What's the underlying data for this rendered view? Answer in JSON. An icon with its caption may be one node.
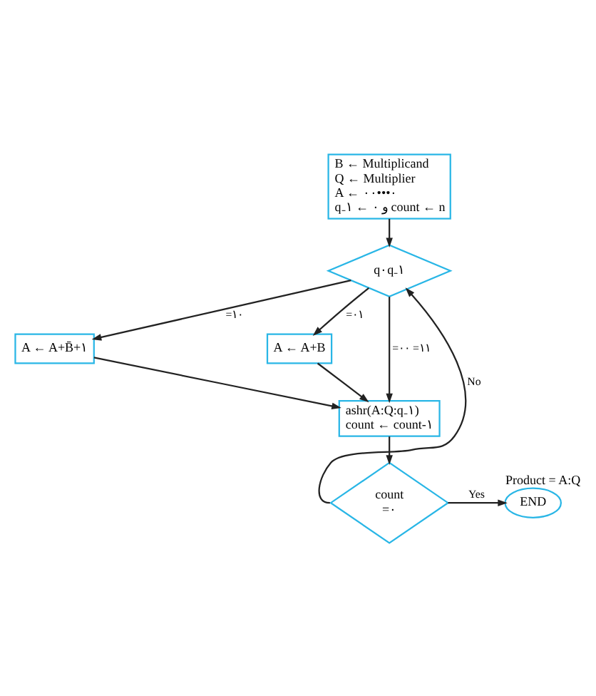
{
  "diagram": {
    "nodes": [
      {
        "text": [
          "B ← Multiplicand",
          "Q ← Multiplier",
          "A ← ۰۰•••۰",
          "q₋۱ ← ۰ و count ← n"
        ]
      },
      {
        "text": [
          "q۰q₋۱"
        ]
      },
      {
        "text": [
          "A ← A+B̄+۱"
        ]
      },
      {
        "text": [
          "A ← A+B"
        ]
      },
      {
        "text": [
          "ashr(A:Q:q₋۱)",
          "count ← count-۱"
        ]
      },
      {
        "text": [
          "count",
          "=۰"
        ]
      },
      {
        "text": [
          "END"
        ],
        "beside": [
          "Product = A:Q"
        ]
      }
    ],
    "edges": [
      {
        "from": 0,
        "to": 1,
        "arrow": "to"
      },
      {
        "from": 1,
        "to": 2,
        "arrow": "to",
        "label": "=۱۰"
      },
      {
        "from": 1,
        "to": 3,
        "arrow": "to",
        "label": "=۰۱"
      },
      {
        "from": 1,
        "to": 4,
        "arrow": "to",
        "label": "=۰۰ =۱۱"
      },
      {
        "from": 2,
        "to": 4,
        "arrow": "to"
      },
      {
        "from": 3,
        "to": 4,
        "arrow": "to"
      },
      {
        "from": 4,
        "to": 5,
        "arrow": "to"
      },
      {
        "from": 5,
        "to": 1,
        "arrow": "to",
        "label": "No"
      },
      {
        "from": 5,
        "to": 6,
        "arrow": "to",
        "label": "Yes"
      }
    ]
  }
}
